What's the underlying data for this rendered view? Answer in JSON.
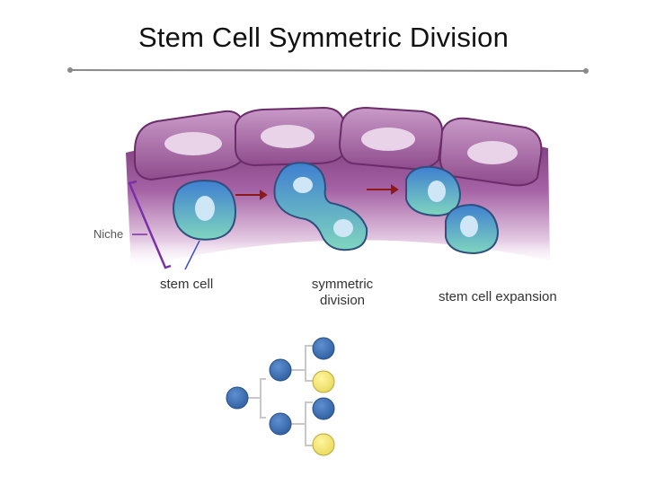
{
  "title": "Stem Cell Symmetric Division",
  "labels": {
    "niche": "Niche",
    "stem_cell": "stem cell",
    "symmetric_division": "symmetric division",
    "expansion": "stem cell expansion"
  },
  "colors": {
    "tissue_purple": "#8a3f86",
    "epithelial_cell": "#b77fb6",
    "stem_cell_blue": "#4f8fd6",
    "stem_cell_teal": "#6fc8b8",
    "arrow_red": "#8b1a1a",
    "bracket_purple": "#7b2fa6",
    "tree_blue": "#3c6fb3",
    "tree_yellow": "#f5e96a"
  },
  "lineage_tree": {
    "root": "blue",
    "generation_1": [
      "blue",
      "blue"
    ],
    "generation_2": [
      "blue",
      "yellow",
      "blue",
      "yellow"
    ]
  }
}
